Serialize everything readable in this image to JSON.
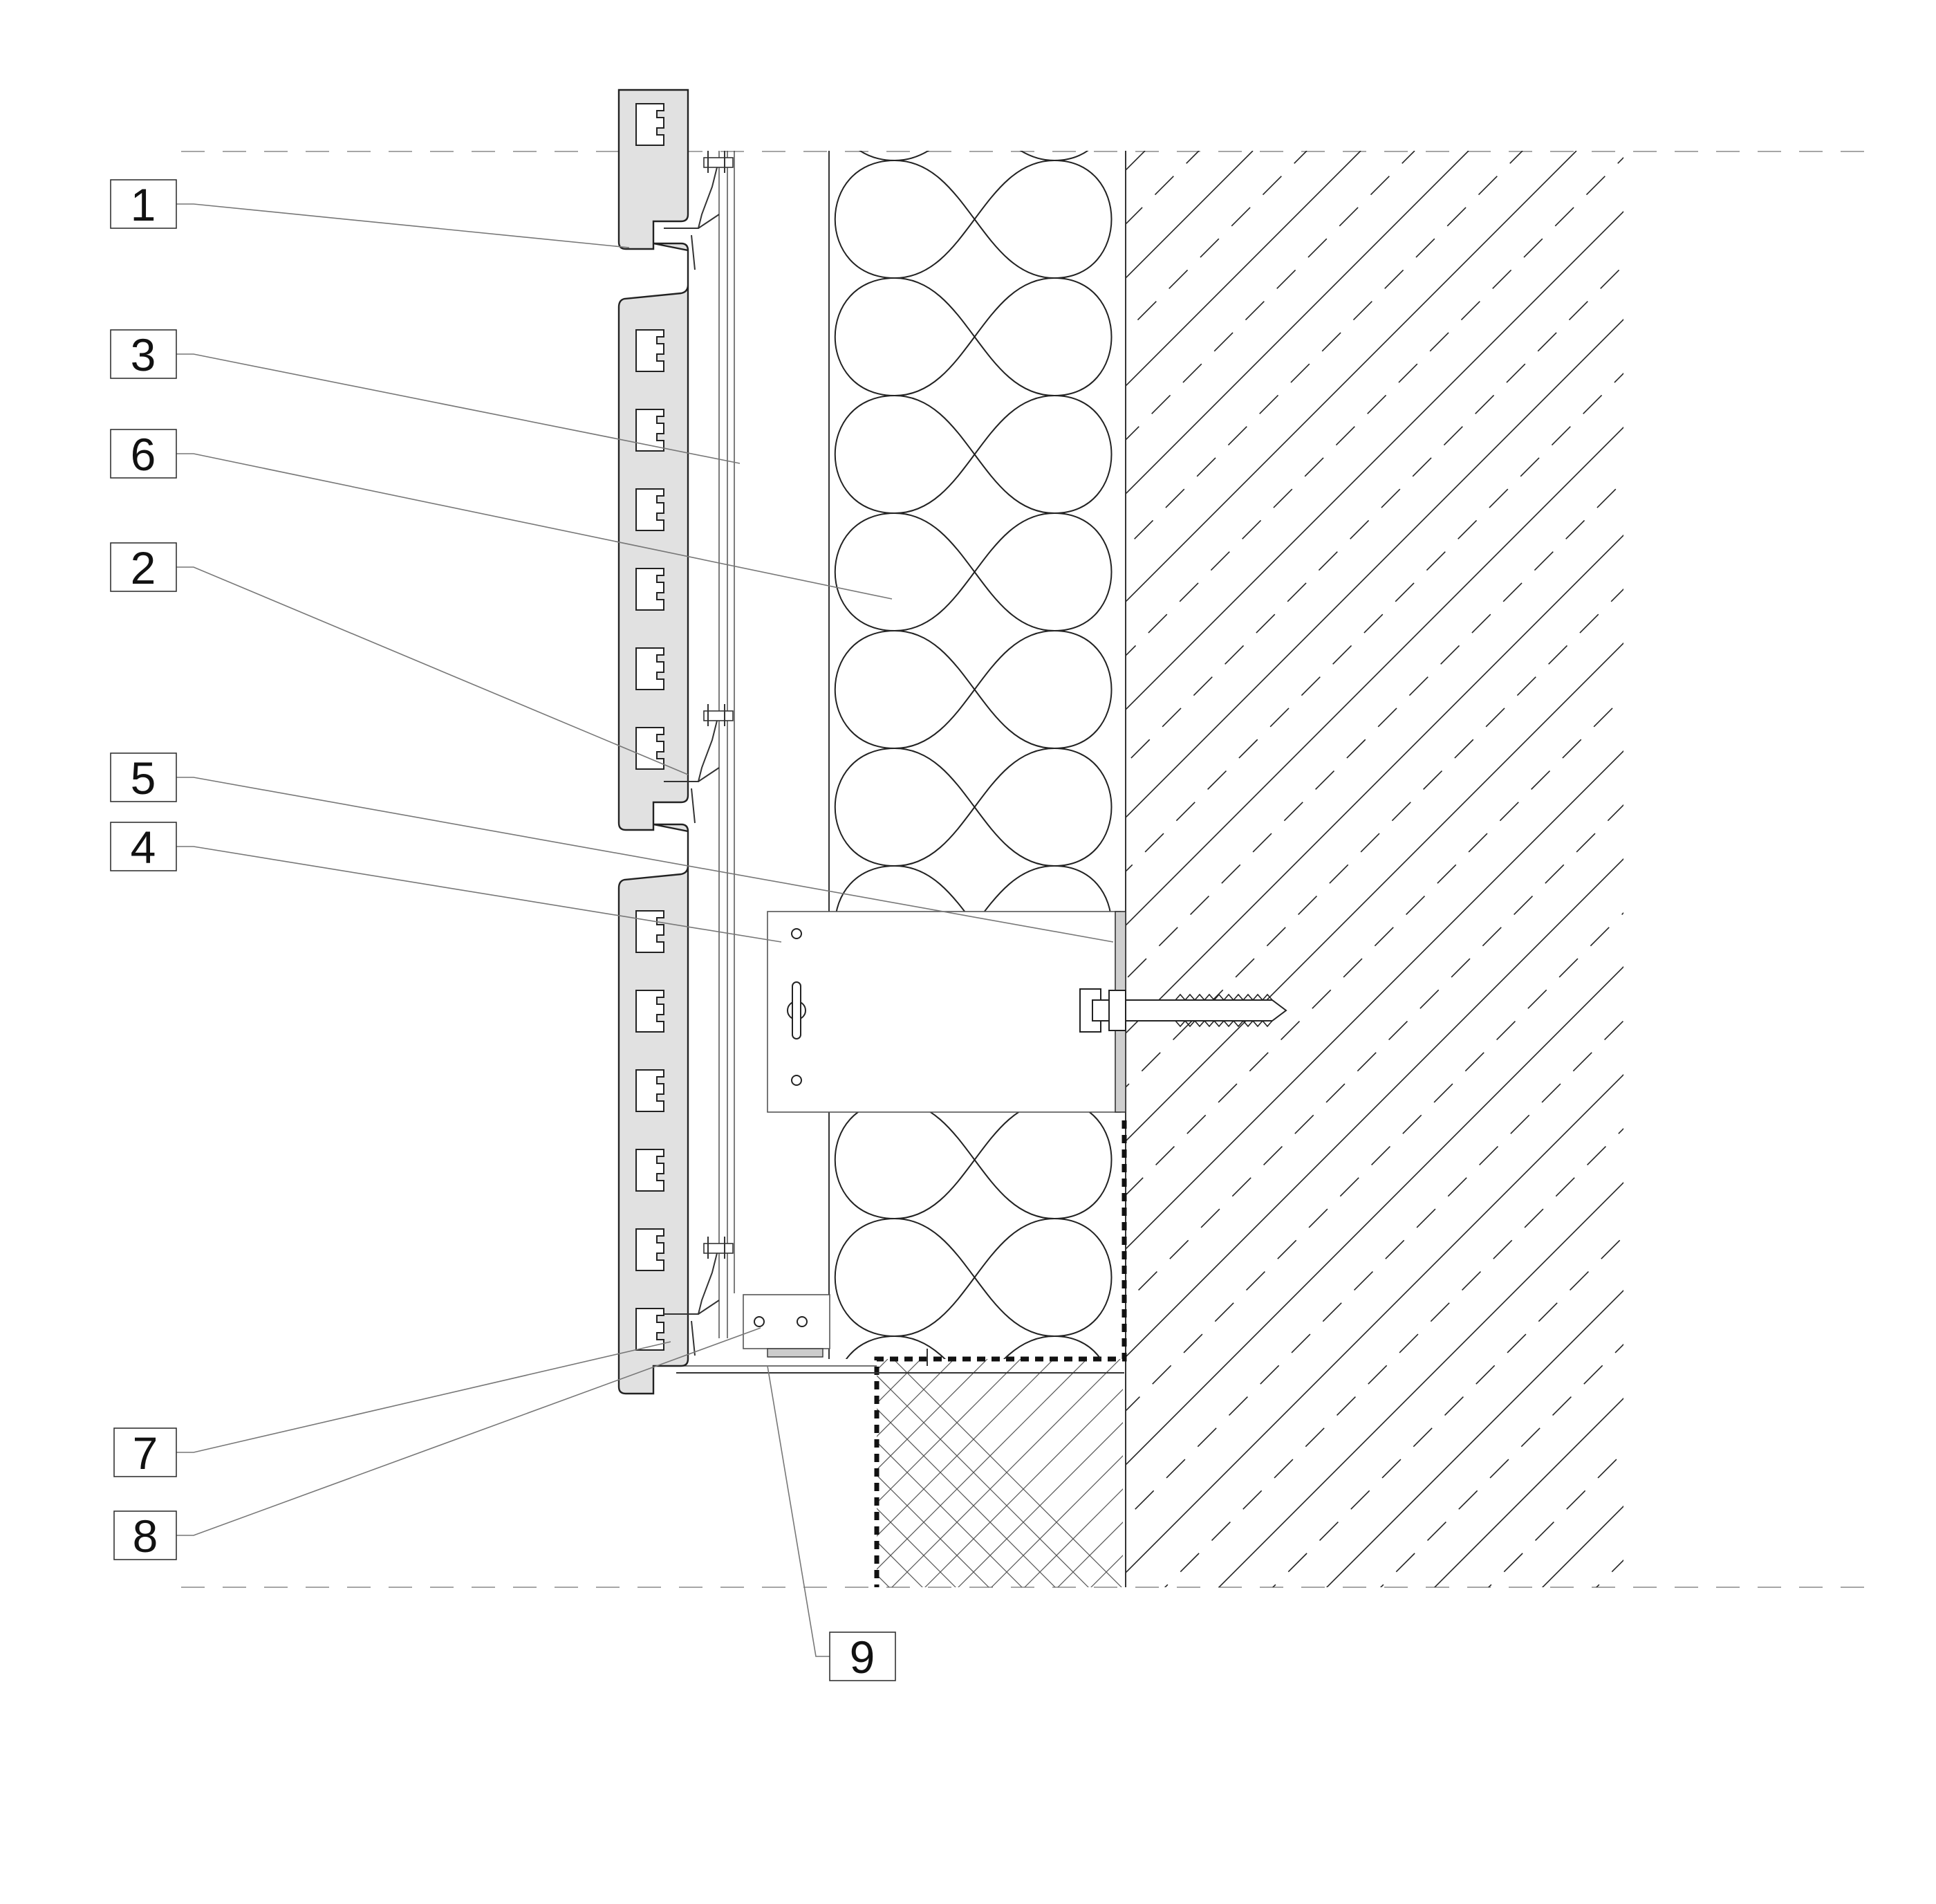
{
  "callouts": [
    {
      "id": "1",
      "label": "1"
    },
    {
      "id": "3",
      "label": "3"
    },
    {
      "id": "6",
      "label": "6"
    },
    {
      "id": "2",
      "label": "2"
    },
    {
      "id": "5",
      "label": "5"
    },
    {
      "id": "4",
      "label": "4"
    },
    {
      "id": "7",
      "label": "7"
    },
    {
      "id": "8",
      "label": "8"
    },
    {
      "id": "9",
      "label": "9"
    }
  ]
}
